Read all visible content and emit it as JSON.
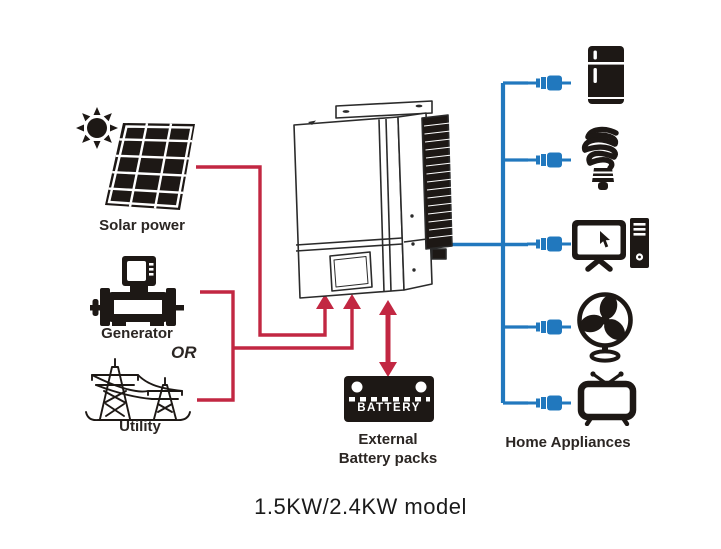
{
  "diagram_title": "1.5KW/2.4KW model",
  "colors": {
    "source_line_red": "#c22742",
    "load_line_blue": "#2178be",
    "icon_black": "#1d1815",
    "label_color": "#2b2623"
  },
  "sources": {
    "solar": {
      "label": "Solar power",
      "icons": [
        "sun-icon",
        "solar-panel-icon"
      ]
    },
    "generator": {
      "label": "Generator",
      "icon": "generator-icon"
    },
    "or_label": "OR",
    "utility": {
      "label": "Utility",
      "icon": "utility-icon"
    }
  },
  "inverter": {
    "icon": "inverter-icon"
  },
  "battery": {
    "icon": "battery-icon",
    "icon_label": "BATTERY",
    "caption": [
      "External",
      "Battery packs"
    ]
  },
  "appliances": {
    "label": "Home Appliances",
    "plug_icon": "power-plug-icon",
    "items": [
      {
        "name": "refrigerator",
        "icon": "refrigerator-icon"
      },
      {
        "name": "cfl-bulb",
        "icon": "cfl-bulb-icon"
      },
      {
        "name": "desktop-computer",
        "icon": "computer-icon"
      },
      {
        "name": "fan",
        "icon": "fan-icon"
      },
      {
        "name": "tv",
        "icon": "tv-icon"
      }
    ]
  }
}
